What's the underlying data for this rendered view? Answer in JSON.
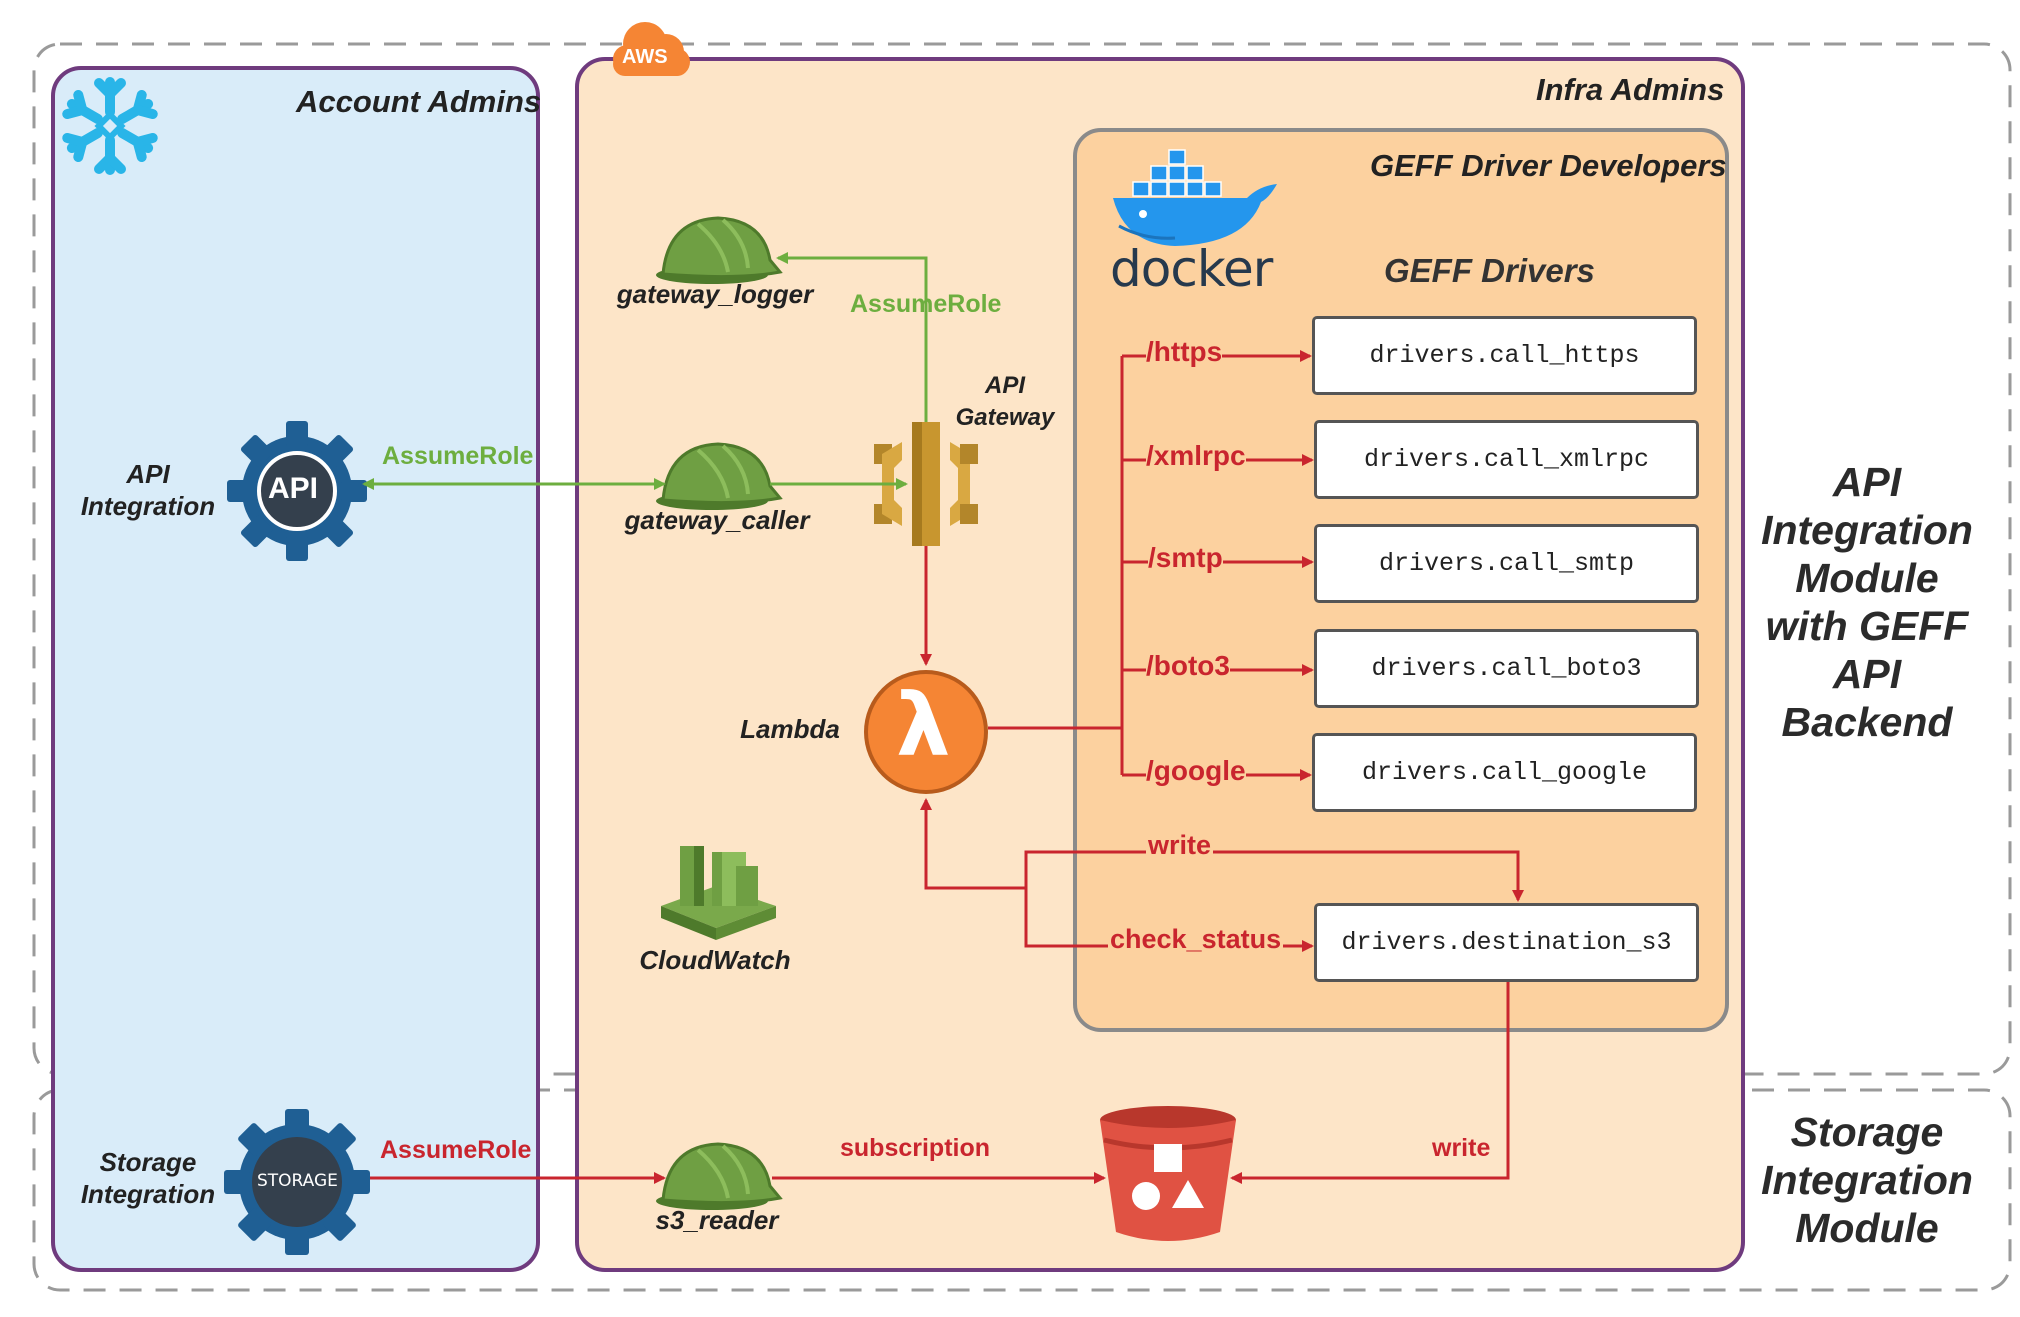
{
  "aws": {
    "badge": "AWS"
  },
  "groups": {
    "account_admins": "Account Admins",
    "infra_admins": "Infra Admins",
    "geff_developers": "GEFF Driver Developers",
    "geff_drivers": "GEFF Drivers"
  },
  "services": {
    "api_integration": "API\nIntegration",
    "api_icon": "API",
    "storage_integration": "Storage\nIntegration",
    "storage_icon": "STORAGE",
    "gateway_logger": "gateway_logger",
    "gateway_caller": "gateway_caller",
    "s3_reader": "s3_reader",
    "api_gateway": "API\nGateway",
    "lambda": "Lambda",
    "cloudwatch": "CloudWatch",
    "docker": "docker"
  },
  "edges": {
    "assume_role_logger": "AssumeRole",
    "assume_role_api": "AssumeRole",
    "assume_role_storage": "AssumeRole",
    "subscription": "subscription",
    "write_bucket": "write",
    "write_s3": "write",
    "check_status": "check_status"
  },
  "routes": [
    "/https",
    "/xmlrpc",
    "/smtp",
    "/boto3",
    "/google"
  ],
  "drivers": [
    "drivers.call_https",
    "drivers.call_xmlrpc",
    "drivers.call_smtp",
    "drivers.call_boto3",
    "drivers.call_google",
    "drivers.destination_s3"
  ],
  "modules": {
    "api_module": "API\nIntegration\nModule\nwith GEFF\nAPI\nBackend",
    "storage_module": "Storage\nIntegration\nModule"
  },
  "colors": {
    "red": "#c9252e",
    "green": "#6dae3f",
    "purple": "#6f3b7e",
    "account_bg": "#d9ecf9",
    "infra_bg": "#fde5c8",
    "geff_bg": "#fcd19f",
    "snowflake": "#29b5e8",
    "gear": "#1f5f94",
    "aws_orange": "#f58534",
    "helmet": "#6f9f43",
    "gateway_gold": "#c8962f",
    "bucket_red": "#e05243"
  }
}
